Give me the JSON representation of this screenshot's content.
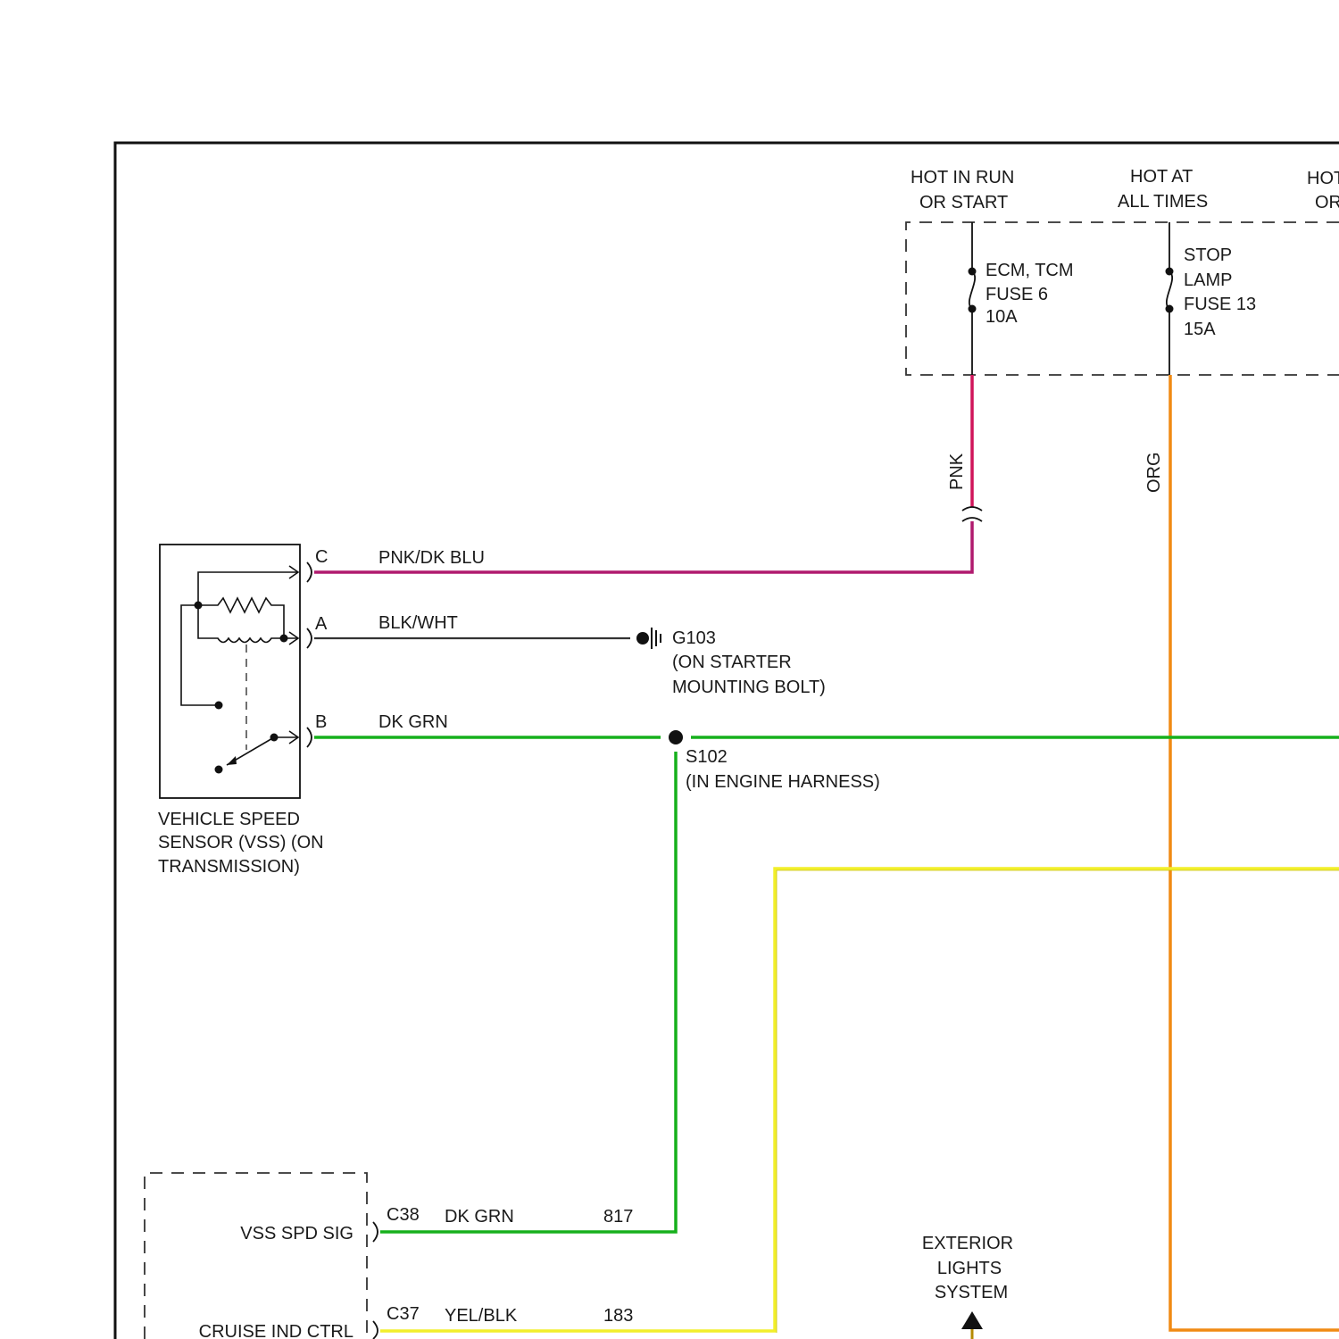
{
  "power_labels": {
    "run_start": [
      "HOT IN RUN",
      "OR START"
    ],
    "all_times": [
      "HOT AT",
      "ALL TIMES"
    ],
    "cut_off": [
      "HOT",
      "OR"
    ]
  },
  "fuses": {
    "ecm": [
      "ECM, TCM",
      "FUSE 6",
      "10A"
    ],
    "stop": [
      "STOP",
      "LAMP",
      "FUSE 13",
      "15A"
    ]
  },
  "wire_colors": {
    "pnk": "PNK",
    "org": "ORG",
    "pnk_dk_blu": "PNK/DK BLU",
    "blk_wht": "BLK/WHT",
    "dk_grn": "DK GRN",
    "dk_grn_2": "DK GRN",
    "yel_blk": "YEL/BLK"
  },
  "pins": {
    "c": "C",
    "a": "A",
    "b": "B",
    "c38": "C38",
    "c37": "C37"
  },
  "circuits": {
    "c817": "817",
    "c183": "183"
  },
  "ground": [
    "G103",
    "(ON STARTER",
    "MOUNTING BOLT)"
  ],
  "splice": [
    "S102",
    "(IN ENGINE HARNESS)"
  ],
  "vss": [
    "VEHICLE SPEED",
    "SENSOR (VSS) (ON",
    "TRANSMISSION)"
  ],
  "module_pins": {
    "vss_spd_sig": "VSS SPD SIG",
    "cruise_ind_ctrl": "CRUISE IND CTRL"
  },
  "exterior": [
    "EXTERIOR",
    "LIGHTS",
    "SYSTEM"
  ],
  "colors": {
    "pnk": "#d0155a",
    "pnk_dk_blu": "#b01a6e",
    "org": "#f08a14",
    "dk_grn": "#16b01c",
    "yellow": "#f2ef2a",
    "black": "#1a1a1a"
  }
}
